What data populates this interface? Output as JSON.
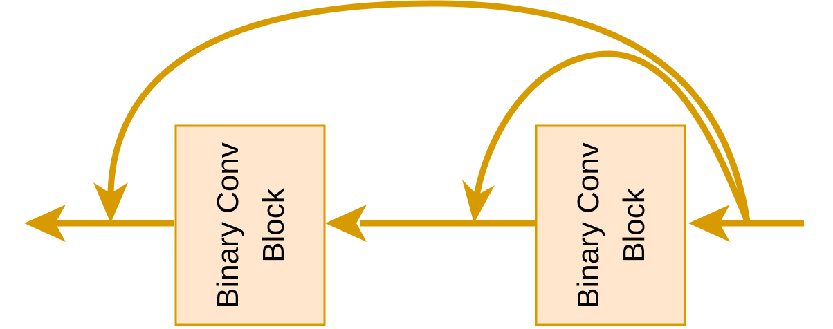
{
  "diagram": {
    "blocks": [
      {
        "id": "left",
        "label_line1": "Binary Conv",
        "label_line2": "Block"
      },
      {
        "id": "right",
        "label_line1": "Binary Conv",
        "label_line2": "Block"
      }
    ],
    "colors": {
      "arrow": "#D79B00",
      "block_fill": "#FFE6CC",
      "block_stroke": "#D79B00",
      "text": "#000000",
      "background": "#FFFFFF"
    }
  }
}
